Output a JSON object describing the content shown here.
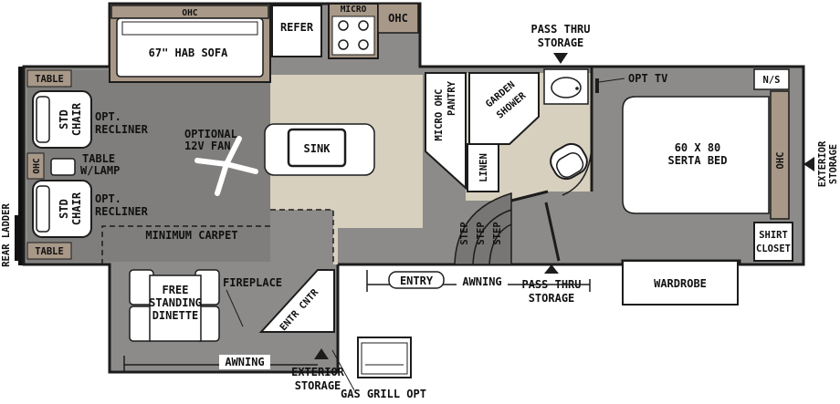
{
  "labels": {
    "ohc_top": "OHC",
    "sofa": "67\" HAB SOFA",
    "refer": "REFER",
    "micro": "MICRO",
    "ohc_kitchen": "OHC",
    "pass_thru_top_1": "PASS THRU",
    "pass_thru_top_2": "STORAGE",
    "table_top": "TABLE",
    "std_chair_top_1": "STD",
    "std_chair_top_2": "CHAIR",
    "opt_recliner_top_1": "OPT.",
    "opt_recliner_top_2": "RECLINER",
    "optional_fan_1": "OPTIONAL",
    "optional_fan_2": "12V FAN",
    "sink": "SINK",
    "micro_ohc_pantry_1": "MICRO OHC",
    "micro_ohc_pantry_2": "PANTRY",
    "garden_shower_1": "GARDEN",
    "garden_shower_2": "SHOWER",
    "opt_tv": "OPT TV",
    "ns": "N/S",
    "bed_1": "60 X 80",
    "bed_2": "SERTA BED",
    "ohc_bed": "OHC",
    "exterior_storage_right_1": "EXTERIOR",
    "exterior_storage_right_2": "STORAGE",
    "ohc_rear": "OHC",
    "table_lamp_1": "TABLE",
    "table_lamp_2": "W/LAMP",
    "linen": "LINEN",
    "std_chair_bottom_1": "STD",
    "std_chair_bottom_2": "CHAIR",
    "opt_recliner_bottom_1": "OPT.",
    "opt_recliner_bottom_2": "RECLINER",
    "step_1": "STEP",
    "step_2": "STEP",
    "step_3": "STEP",
    "shirt_closet_1": "SHIRT",
    "shirt_closet_2": "CLOSET",
    "minimum_carpet": "MINIMUM CARPET",
    "rear_ladder": "REAR LADDER",
    "table_bottom": "TABLE",
    "dinette_1": "FREE",
    "dinette_2": "STANDING",
    "dinette_3": "DINETTE",
    "fireplace": "FIREPLACE",
    "entr_cntr": "ENTR CNTR",
    "entry": "ENTRY",
    "awning_entry": "AWNING",
    "pass_thru_bottom_1": "PASS THRU",
    "pass_thru_bottom_2": "STORAGE",
    "wardrobe": "WARDROBE",
    "awning_slide": "AWNING",
    "exterior_storage_bottom_1": "EXTERIOR",
    "exterior_storage_bottom_2": "STORAGE",
    "gas_grill": "GAS GRILL OPT"
  },
  "colors": {
    "wall": "#1c1c1c",
    "floor_gray": "#8c8b89",
    "floor_dark": "#777675",
    "vinyl_beige": "#d7d0bf",
    "cabinet_tan": "#a89888",
    "furniture": "#ffffff"
  }
}
